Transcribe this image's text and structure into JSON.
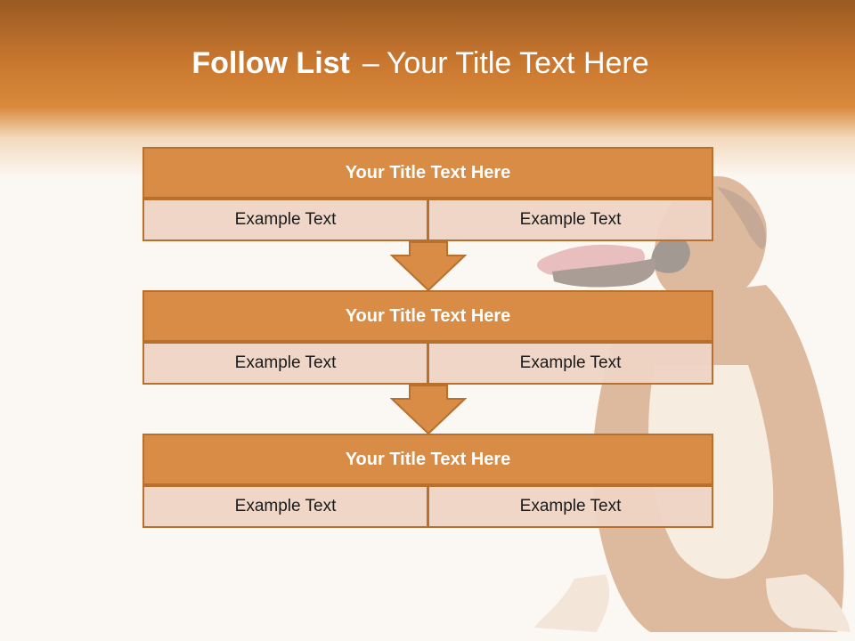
{
  "slide": {
    "title_bold": "Follow List",
    "title_separator": "–",
    "title_rest": "Your Title Text Here"
  },
  "blocks": [
    {
      "title": "Your Title Text Here",
      "cells": [
        "Example Text",
        "Example Text"
      ]
    },
    {
      "title": "Your Title Text Here",
      "cells": [
        "Example Text",
        "Example Text"
      ]
    },
    {
      "title": "Your Title Text Here",
      "cells": [
        "Example Text",
        "Example Text"
      ]
    }
  ],
  "colors": {
    "header_top": "#9a5a22",
    "header_mid": "#d98a3c",
    "block_title_fill": "#d98c45",
    "block_border": "#b8702e",
    "cell_fill": "#eed4c4",
    "arrow_fill": "#d98c45"
  }
}
